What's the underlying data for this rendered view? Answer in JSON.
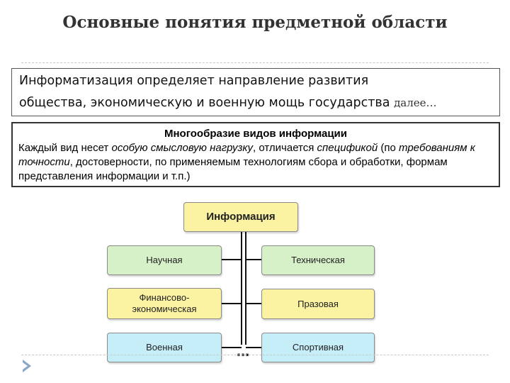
{
  "slide": {
    "title": "Основные понятия предметной области"
  },
  "info_box": {
    "line1": "Информатизация определяет направление развития",
    "line2": "общества, экономическую и военную мощь государства",
    "more": "далее…"
  },
  "variety_box": {
    "heading": "Многообразие видов информации",
    "t1": "Каждый вид несет ",
    "t2": "особую смысловую нагрузку",
    "t3": ", отличается ",
    "t4": "спецификой",
    "t5": " (по ",
    "t6": "требованиям к точности",
    "t7": ", достоверности, по применяемым технологиям сбора и обработки, формам представления информации и т.п.)"
  },
  "diagram": {
    "root": "Информация",
    "left": [
      "Научная",
      "Финансово-\nэкономическая",
      "Военная"
    ],
    "right": [
      "Техническая",
      "Празовая",
      "Спортивная"
    ],
    "ellipsis": "…",
    "colors": {
      "green": "#d6f0c8",
      "yellow": "#fbf3a2",
      "blue": "#c6eef8"
    }
  },
  "icons": {
    "nav": "triangle-right-icon"
  }
}
